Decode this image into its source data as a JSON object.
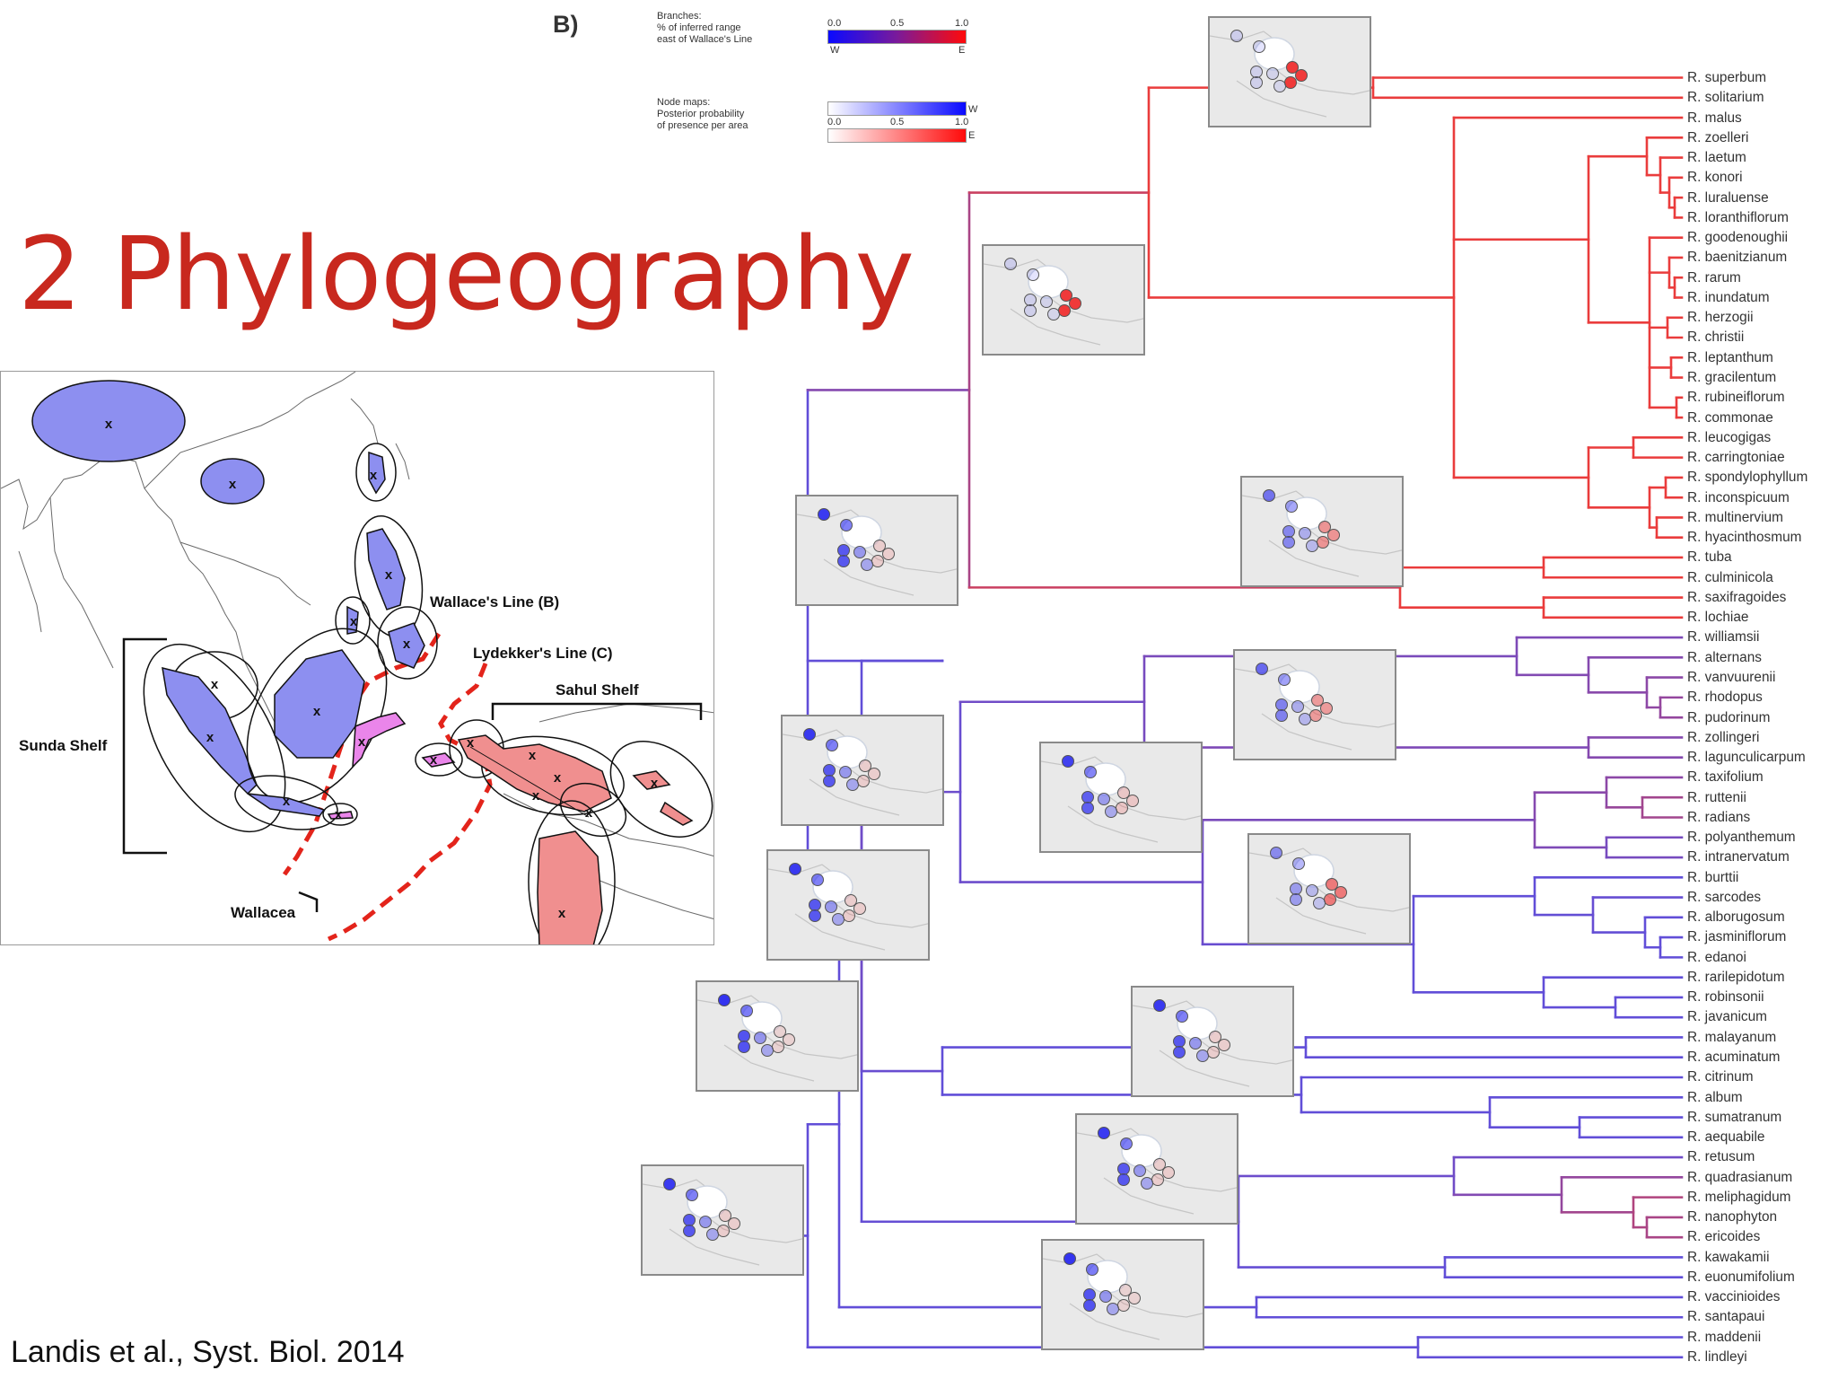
{
  "slide": {
    "title": "2 Phylogeography",
    "citation": "Landis et al., Syst. Biol. 2014"
  },
  "map": {
    "labels": {
      "wallace": "Wallace's Line (B)",
      "lydekker": "Lydekker's Line (C)",
      "sahul": "Sahul Shelf",
      "sunda": "Sunda Shelf",
      "wallacea": "Wallacea"
    },
    "marker": "x",
    "colors": {
      "west": "#8d8ff0",
      "east": "#f08f8f",
      "wallacea": "#ea85ea",
      "line": "#e3241b"
    }
  },
  "figure": {
    "panel_label": "B)",
    "legend": {
      "branches_text_1": "Branches:",
      "branches_text_2": "% of inferred range",
      "branches_text_3": "east of Wallace's Line",
      "branch_ticks": [
        "0.0",
        "0.5",
        "1.0"
      ],
      "branch_W": "W",
      "branch_E": "E",
      "nodes_text_1": "Node maps:",
      "nodes_text_2": "Posterior probability",
      "nodes_text_3": "of presence per area",
      "node_ticks": [
        "0.0",
        "0.5",
        "1.0"
      ],
      "node_W": "W",
      "node_E": "E"
    },
    "colors": {
      "west": "#1010ff",
      "east": "#ff1010",
      "west_branch": "#5a4fe0",
      "east_branch": "#ea3c3c"
    }
  },
  "taxa": [
    "R. superbum",
    "R. solitarium",
    "R. malus",
    "R. zoelleri",
    "R. laetum",
    "R. konori",
    "R. luraluense",
    "R. loranthiflorum",
    "R. goodenoughii",
    "R. baenitzianum",
    "R. rarum",
    "R. inundatum",
    "R. herzogii",
    "R. christii",
    "R. leptanthum",
    "R. gracilentum",
    "R. rubineiflorum",
    "R. commonae",
    "R. leucogigas",
    "R. carringtoniae",
    "R. spondylophyllum",
    "R. inconspicuum",
    "R. multinervium",
    "R. hyacinthosmum",
    "R. tuba",
    "R. culminicola",
    "R. saxifragoides",
    "R. lochiae",
    "R. williamsii",
    "R. alternans",
    "R. vanvuurenii",
    "R. rhodopus",
    "R. pudorinum",
    "R. zollingeri",
    "R. lagunculicarpum",
    "R. taxifolium",
    "R. ruttenii",
    "R. radians",
    "R. polyanthemum",
    "R. intranervatum",
    "R. burttii",
    "R. sarcodes",
    "R. alborugosum",
    "R. jasminiflorum",
    "R. edanoi",
    "R. rarilepidotum",
    "R. robinsonii",
    "R. javanicum",
    "R. malayanum",
    "R. acuminatum",
    "R. citrinum",
    "R. album",
    "R. sumatranum",
    "R. aequabile",
    "R. retusum",
    "R. quadrasianum",
    "R. meliphagidum",
    "R. nanophyton",
    "R. ericoides",
    "R. kawakamii",
    "R. euonumifolium",
    "R. vaccinioides",
    "R. santapaui",
    "R. maddenii",
    "R. lindleyi"
  ]
}
